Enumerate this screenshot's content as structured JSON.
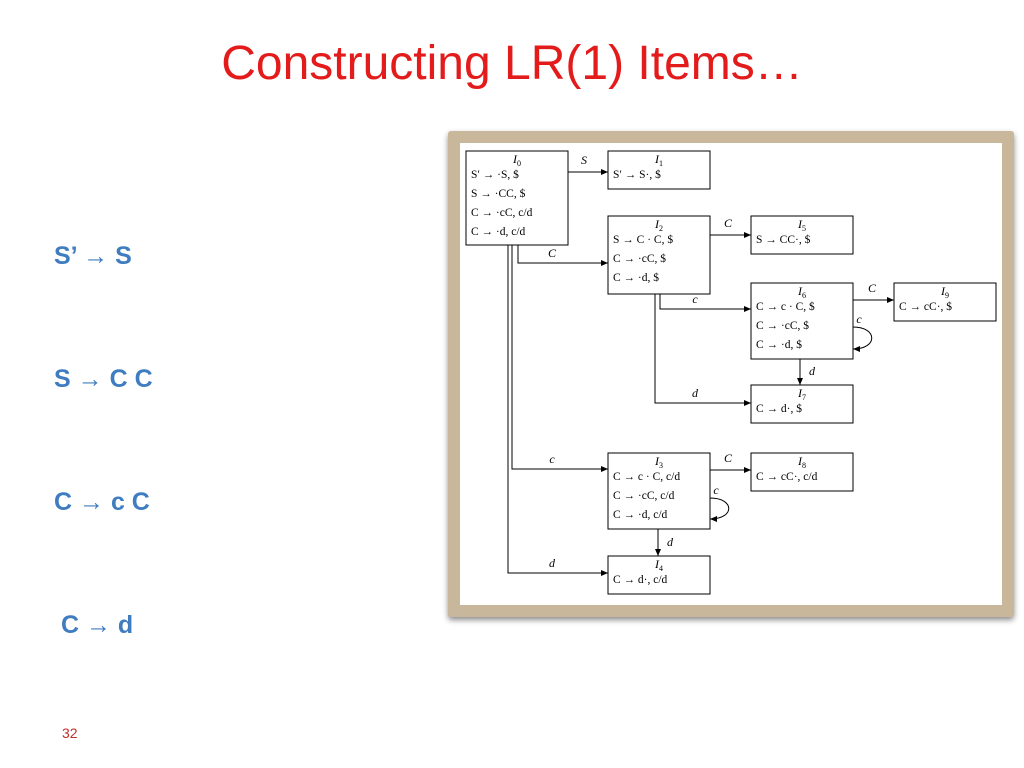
{
  "slide": {
    "title": "Constructing LR(1) Items…",
    "page_number": "32"
  },
  "grammar": [
    "S’ → S",
    "S → C C",
    "C → c C",
    " C → d"
  ],
  "colors": {
    "title": "#e31b1b",
    "grammar": "#3f7cc0",
    "page_number": "#c0302c",
    "frame": "#c9b79c"
  },
  "automaton": {
    "states": [
      {
        "id": "I0",
        "name": "I",
        "sub": "0",
        "items": [
          "S′ → ·S, $",
          "S → ·CC, $",
          "C → ·cC, c/d",
          "C → ·d, c/d"
        ]
      },
      {
        "id": "I1",
        "name": "I",
        "sub": "1",
        "items": [
          "S′ → S·, $"
        ]
      },
      {
        "id": "I2",
        "name": "I",
        "sub": "2",
        "items": [
          "S → C · C, $",
          "C → ·cC, $",
          "C → ·d, $"
        ]
      },
      {
        "id": "I5",
        "name": "I",
        "sub": "5",
        "items": [
          "S → CC·, $"
        ]
      },
      {
        "id": "I6",
        "name": "I",
        "sub": "6",
        "items": [
          "C → c · C, $",
          "C → ·cC, $",
          "C → ·d, $"
        ]
      },
      {
        "id": "I9",
        "name": "I",
        "sub": "9",
        "items": [
          "C → cC·, $"
        ]
      },
      {
        "id": "I7",
        "name": "I",
        "sub": "7",
        "items": [
          "C → d·, $"
        ]
      },
      {
        "id": "I3",
        "name": "I",
        "sub": "3",
        "items": [
          "C → c · C, c/d",
          "C → ·cC, c/d",
          "C → ·d, c/d"
        ]
      },
      {
        "id": "I8",
        "name": "I",
        "sub": "8",
        "items": [
          "C → cC·, c/d"
        ]
      },
      {
        "id": "I4",
        "name": "I",
        "sub": "4",
        "items": [
          "C → d·, c/d"
        ]
      }
    ],
    "transitions": [
      {
        "from": "I0",
        "to": "I1",
        "label": "S"
      },
      {
        "from": "I0",
        "to": "I2",
        "label": "C"
      },
      {
        "from": "I0",
        "to": "I3",
        "label": "c"
      },
      {
        "from": "I0",
        "to": "I4",
        "label": "d"
      },
      {
        "from": "I2",
        "to": "I5",
        "label": "C"
      },
      {
        "from": "I2",
        "to": "I6",
        "label": "c"
      },
      {
        "from": "I2",
        "to": "I7",
        "label": "d"
      },
      {
        "from": "I6",
        "to": "I9",
        "label": "C"
      },
      {
        "from": "I6",
        "to": "I6",
        "label": "c"
      },
      {
        "from": "I6",
        "to": "I7",
        "label": "d"
      },
      {
        "from": "I3",
        "to": "I8",
        "label": "C"
      },
      {
        "from": "I3",
        "to": "I3",
        "label": "c"
      },
      {
        "from": "I3",
        "to": "I4",
        "label": "d"
      }
    ]
  }
}
